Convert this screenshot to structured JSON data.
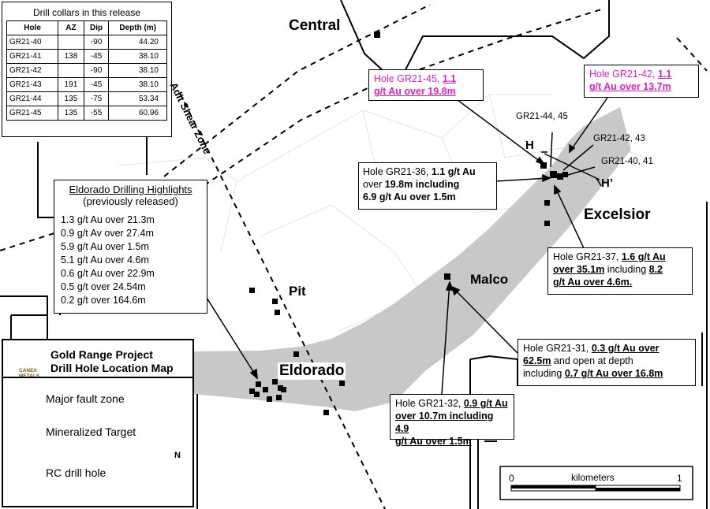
{
  "collars": {
    "title": "Drill collars in this release",
    "headers": [
      "Hole",
      "AZ",
      "Dip",
      "Depth (m)"
    ],
    "rows": [
      [
        "GR21-40",
        "",
        "-90",
        "44.20"
      ],
      [
        "GR21-41",
        "138",
        "-45",
        "38.10"
      ],
      [
        "GR21-42",
        "",
        "-90",
        "38.10"
      ],
      [
        "GR21-43",
        "191",
        "-45",
        "38.10"
      ],
      [
        "GR21-44",
        "135",
        "-75",
        "53.34"
      ],
      [
        "GR21-45",
        "135",
        "-55",
        "60.96"
      ]
    ]
  },
  "places": {
    "central": "Central",
    "excelsior": "Excelsior",
    "malco": "Malco",
    "pit": "Pit",
    "eldorado": "Eldorado",
    "shear_zone": "Adit Shear Zone"
  },
  "hole_labels": {
    "gr21_44_45": "GR21-44, 45",
    "gr21_42_43": "GR21-42, 43",
    "gr21_40_41": "GR21-40, 41",
    "h": "H",
    "h_prime": "H’"
  },
  "callouts": {
    "gr21_45": {
      "a": "Hole GR21-45, ",
      "b": "1.1",
      "c": "g/t Au over 19.8m"
    },
    "gr21_42": {
      "a": "Hole GR21-42, ",
      "b": "1.1",
      "c": "g/t Au over 13.7m"
    },
    "gr21_36": {
      "l1a": "Hole GR21-36, ",
      "l1b": "1.1 g/t Au",
      "l2a": "over ",
      "l2b": "19.8m including",
      "l3": "6.9 g/t Au over 1.5m"
    },
    "gr21_37": {
      "l1a": "Hole GR21-37, ",
      "l1b": "1.6 g/t Au",
      "l2a": "over 35.1m",
      "l2b": " including ",
      "l2c": "8.2",
      "l3": "g/t Au over 4.6m."
    },
    "gr21_31": {
      "l1a": "Hole GR21-31, ",
      "l1b": "0.3 g/t Au over",
      "l2a": "62.5m",
      "l2b": " and open at depth",
      "l3a": "including ",
      "l3b": "0.7 g/t Au over 16.8m"
    },
    "gr21_32": {
      "l1a": "Hole GR21-32, ",
      "l1b": "0.9 g/t Au",
      "l2a": "over 10.7m including ",
      "l2b": "4.9",
      "l3": "g/t Au over 1.5m"
    }
  },
  "eldorado_highlights": {
    "title": "Eldorado Drilling Highlights",
    "subtitle": "(previously released)",
    "lines": [
      "1.3 g/t Au over 21.3m",
      "0.9 g/t Av over 27.4m",
      "5.9 g/t Au over 1.5m",
      "5.1 g/t Au over 4.6m",
      "0.6 g/t Au over 22.9m",
      "0.5 g/t over 24.54m",
      "0.2 g/t over 164.6m"
    ]
  },
  "legend": {
    "logo_line1": "CANEX",
    "logo_line2": "METALS",
    "title1": "Gold Range Project",
    "title2": "Drill Hole Location Map",
    "items": [
      "Major fault zone",
      "Mineralized Target",
      "RC drill hole"
    ],
    "north": "N"
  },
  "scale_bar": {
    "start": "0",
    "unit": "kilometers",
    "end": "1"
  },
  "colors": {
    "target_fill": "#c8c8c8",
    "magenta": "#e020c8",
    "claim_lines": "#e2e2e2"
  }
}
